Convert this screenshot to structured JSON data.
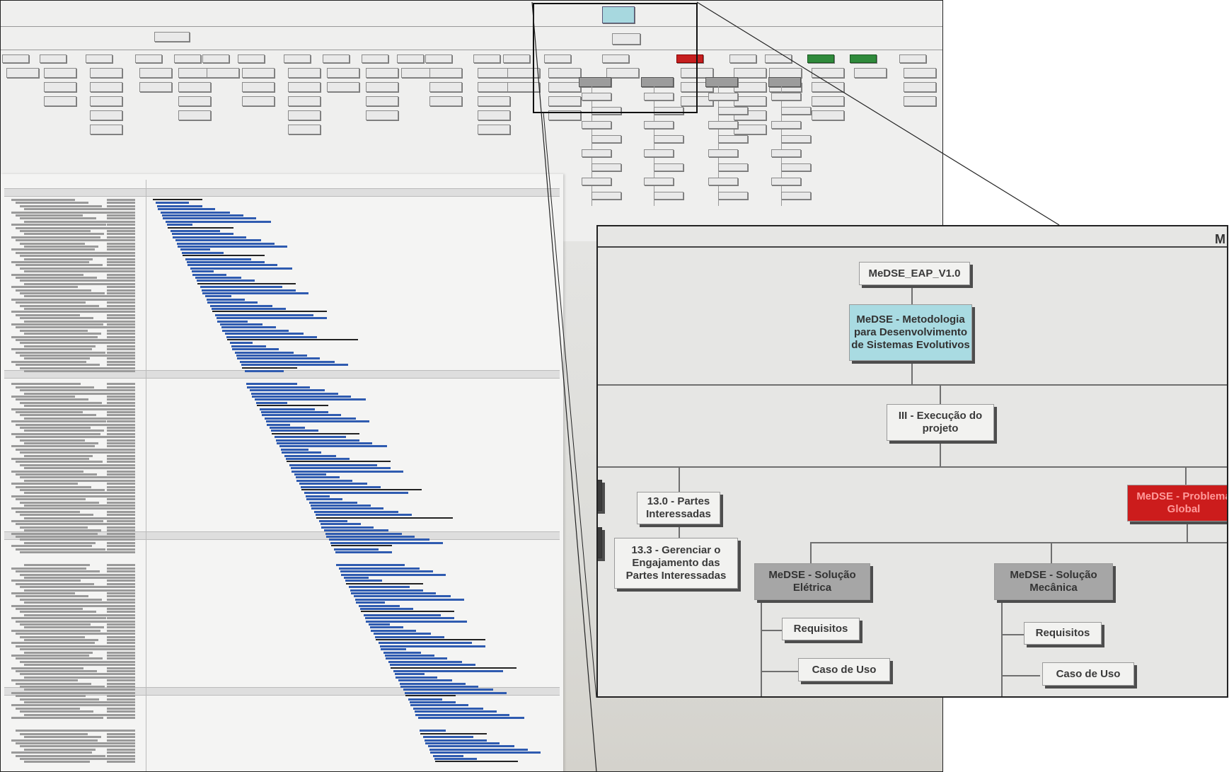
{
  "inset": {
    "wbs_root": "MeDSE_EAP_V1.0",
    "methodology": "MeDSE - Metodologia para Desenvolvimento de Sistemas Evolutivos",
    "phase3": "III - Execução do projeto",
    "stakeholders": "13.0 - Partes Interessadas",
    "stakeholders_sub": "13.3 - Gerenciar o Engajamento das Partes Interessadas",
    "electrical": "MeDSE - Solução Elétrica",
    "mechanical": "MeDSE - Solução Mecânica",
    "global_problem": "MeDSE - Problema Global",
    "requirements": "Requisitos",
    "use_case": "Caso de Uso",
    "corner_letter": "M"
  },
  "colors": {
    "methodology_fill": "#a9dbe2",
    "solution_fill": "#a6a6a6",
    "problem_fill": "#cc1c1c",
    "gantt_bar": "#2f5bb0"
  }
}
